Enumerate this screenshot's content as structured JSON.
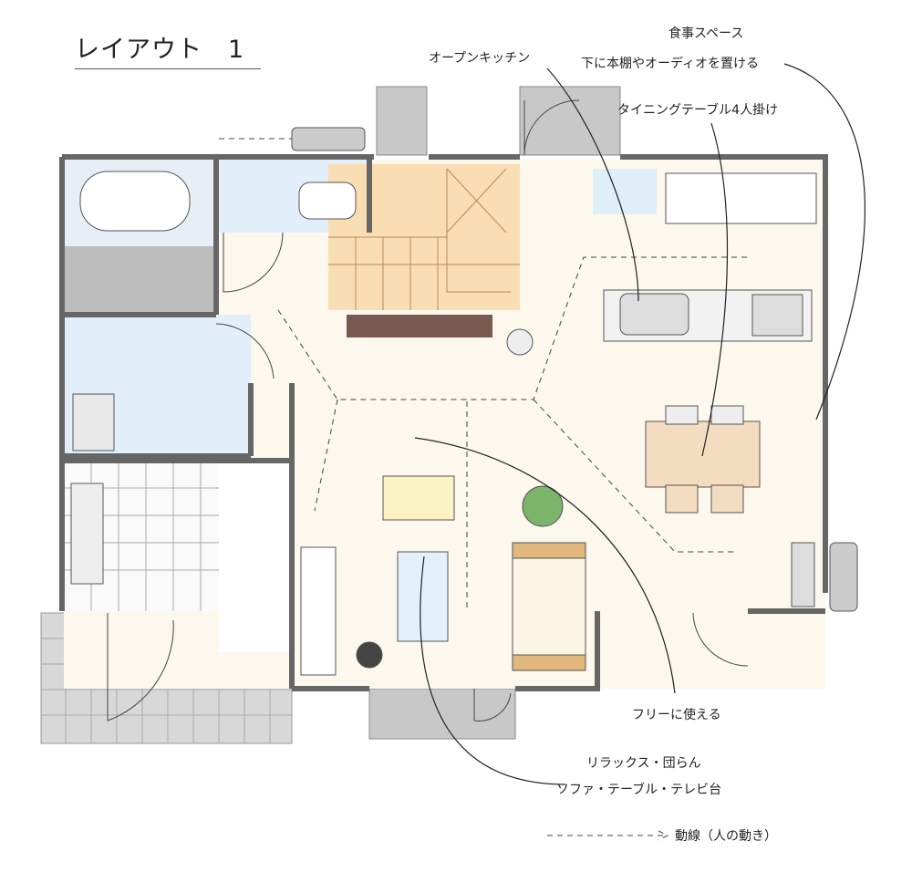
{
  "title": "レイアウト　1",
  "annotations": {
    "dining_space": "食事スペース",
    "dining_note": "下に本棚やオーディオを置ける",
    "open_kitchen": "オープンキッチン",
    "dining_table": "タイニングテーブル4人掛け",
    "free_use": "フリーに使える",
    "relax": "リラックス・団らん",
    "living_furniture": "ソファ・テーブル・テレビ台"
  },
  "legend": {
    "arrow": "- - - - - - - ->",
    "label": "動線（人の動き）"
  },
  "colors": {
    "floor": "#fdf8ee",
    "water_rooms": "#e6f0fb",
    "stairs": "#f9ddb3",
    "wall": "#777777",
    "exterior": "#c9c9c9"
  }
}
